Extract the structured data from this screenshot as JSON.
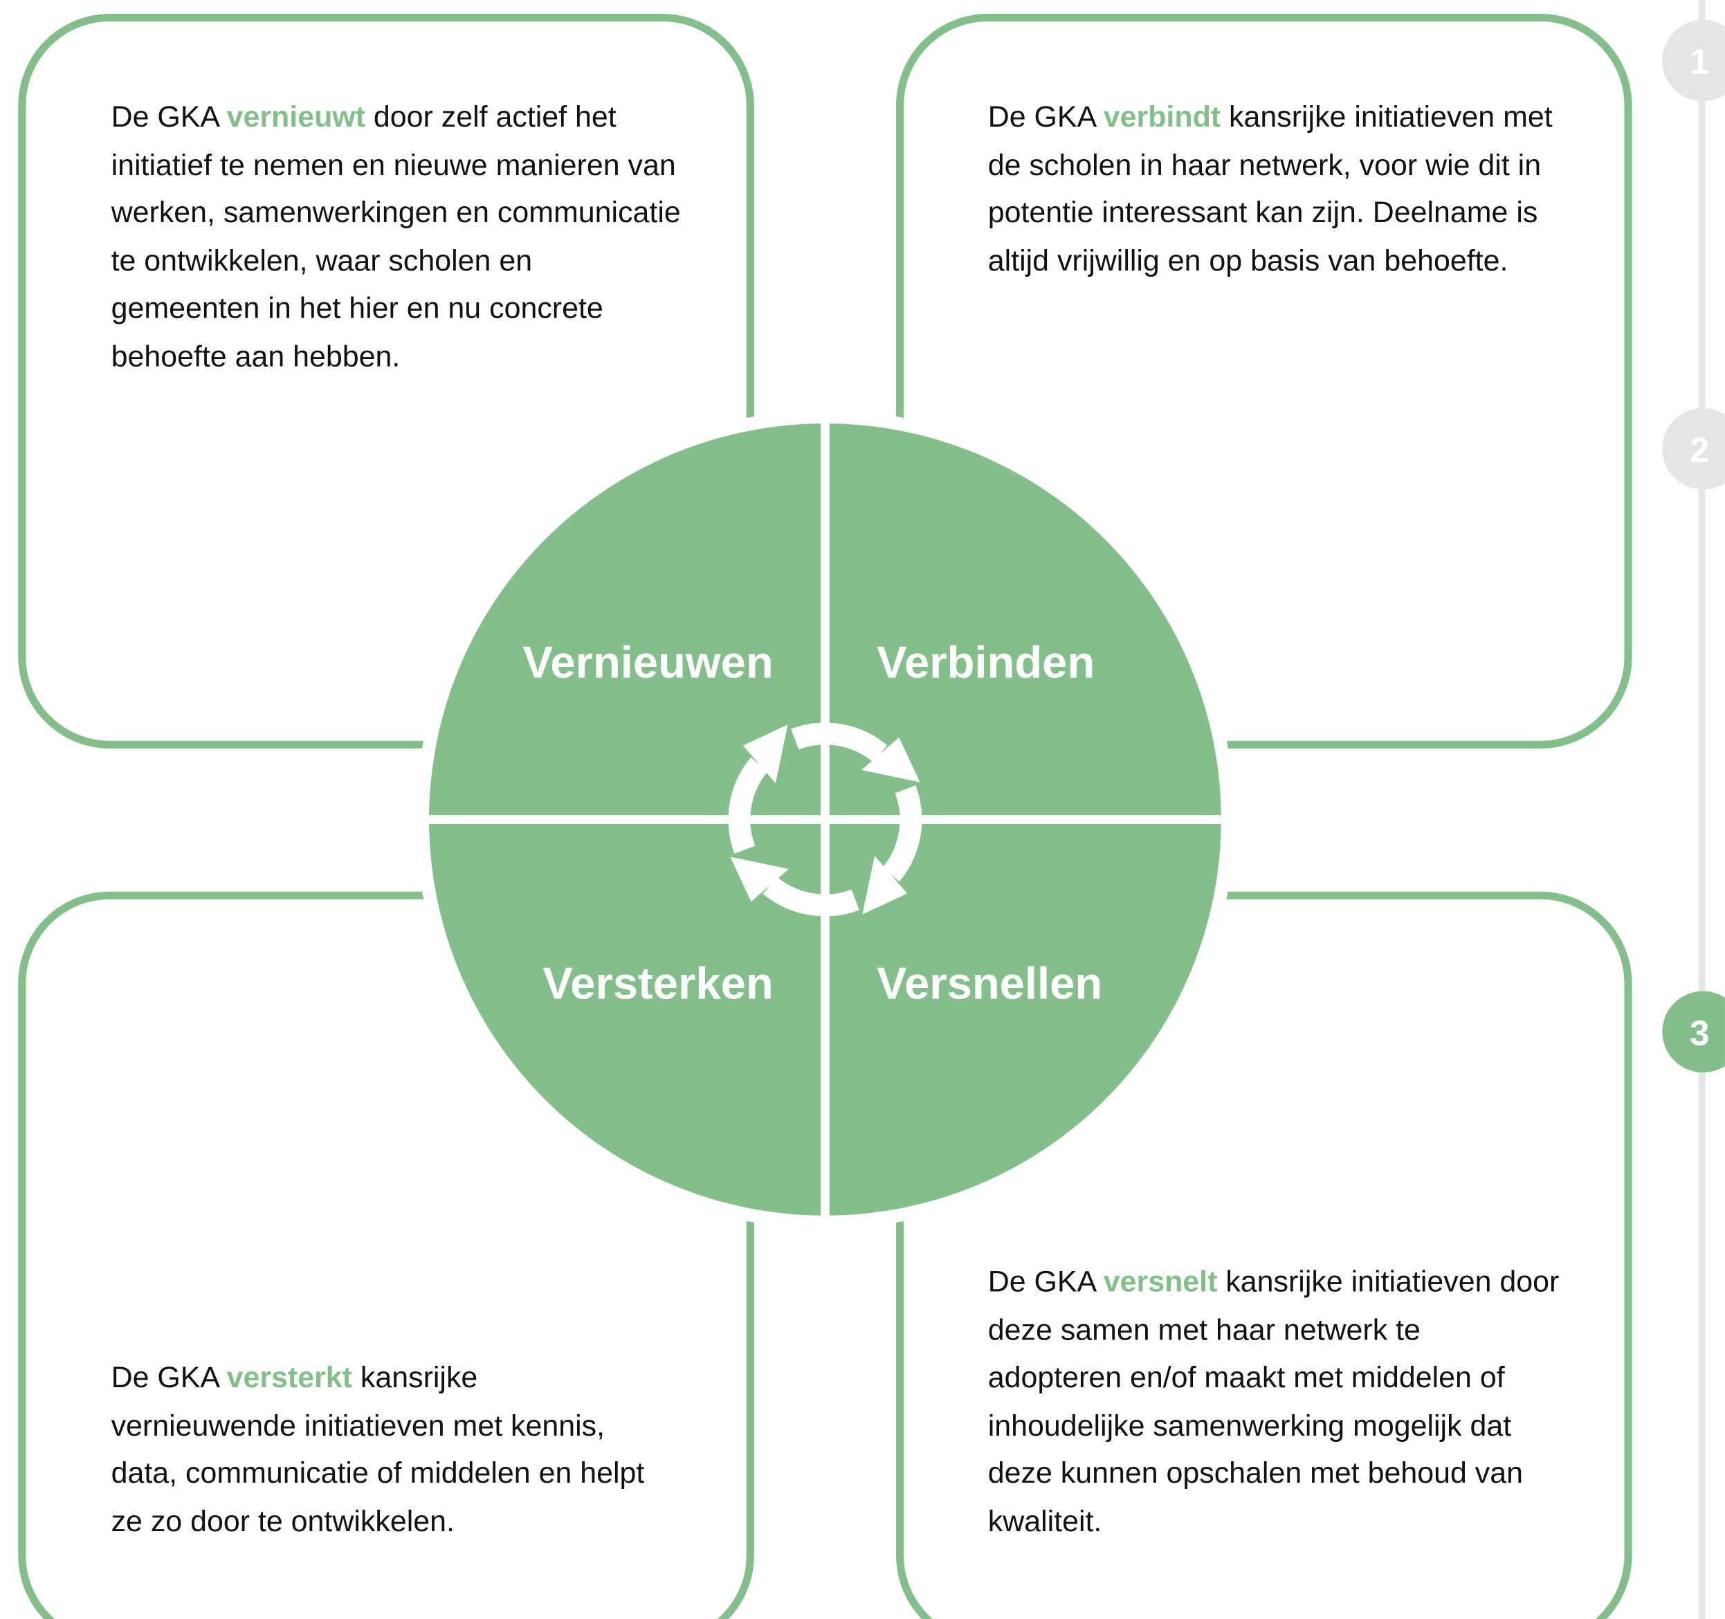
{
  "colors": {
    "accent": "#84bf8b",
    "step_inactive": "#e5e5e5",
    "text": "#111111",
    "background": "#ffffff"
  },
  "center_icon": "cycle-arrows-icon",
  "quadrants": {
    "top_left": "Vernieuwen",
    "top_right": "Verbinden",
    "bottom_left": "Versterken",
    "bottom_right": "Versnellen"
  },
  "boxes": {
    "top_left": {
      "prefix": "De GKA ",
      "highlight": "vernieuwt",
      "text": " door zelf actief het initiatief te nemen en nieuwe manieren van werken, samenwerkingen en communicatie te ontwikkelen, waar scholen en gemeenten in het hier en nu concrete behoefte aan hebben."
    },
    "top_right": {
      "prefix": "De GKA ",
      "highlight": "verbindt",
      "text": " kansrijke initiatieven met de scholen in haar netwerk, voor wie dit in potentie interessant kan zijn. Deelname is altijd vrijwillig en op basis van behoefte."
    },
    "bottom_left": {
      "prefix": "De GKA ",
      "highlight": "versterkt",
      "text": " kansrijke vernieuwende initiatieven met kennis, data, communicatie of middelen en helpt ze zo door te ontwikkelen."
    },
    "bottom_right": {
      "prefix": "De GKA ",
      "highlight": "versnelt",
      "text": " kansrijke initiatieven door deze samen met haar netwerk te adopteren en/of maakt met middelen of inhoudelijke samenwerking mogelijk dat deze kunnen opschalen met behoud van kwaliteit."
    }
  },
  "steps": [
    {
      "label": "1",
      "active": false
    },
    {
      "label": "2",
      "active": false
    },
    {
      "label": "3",
      "active": true
    }
  ]
}
